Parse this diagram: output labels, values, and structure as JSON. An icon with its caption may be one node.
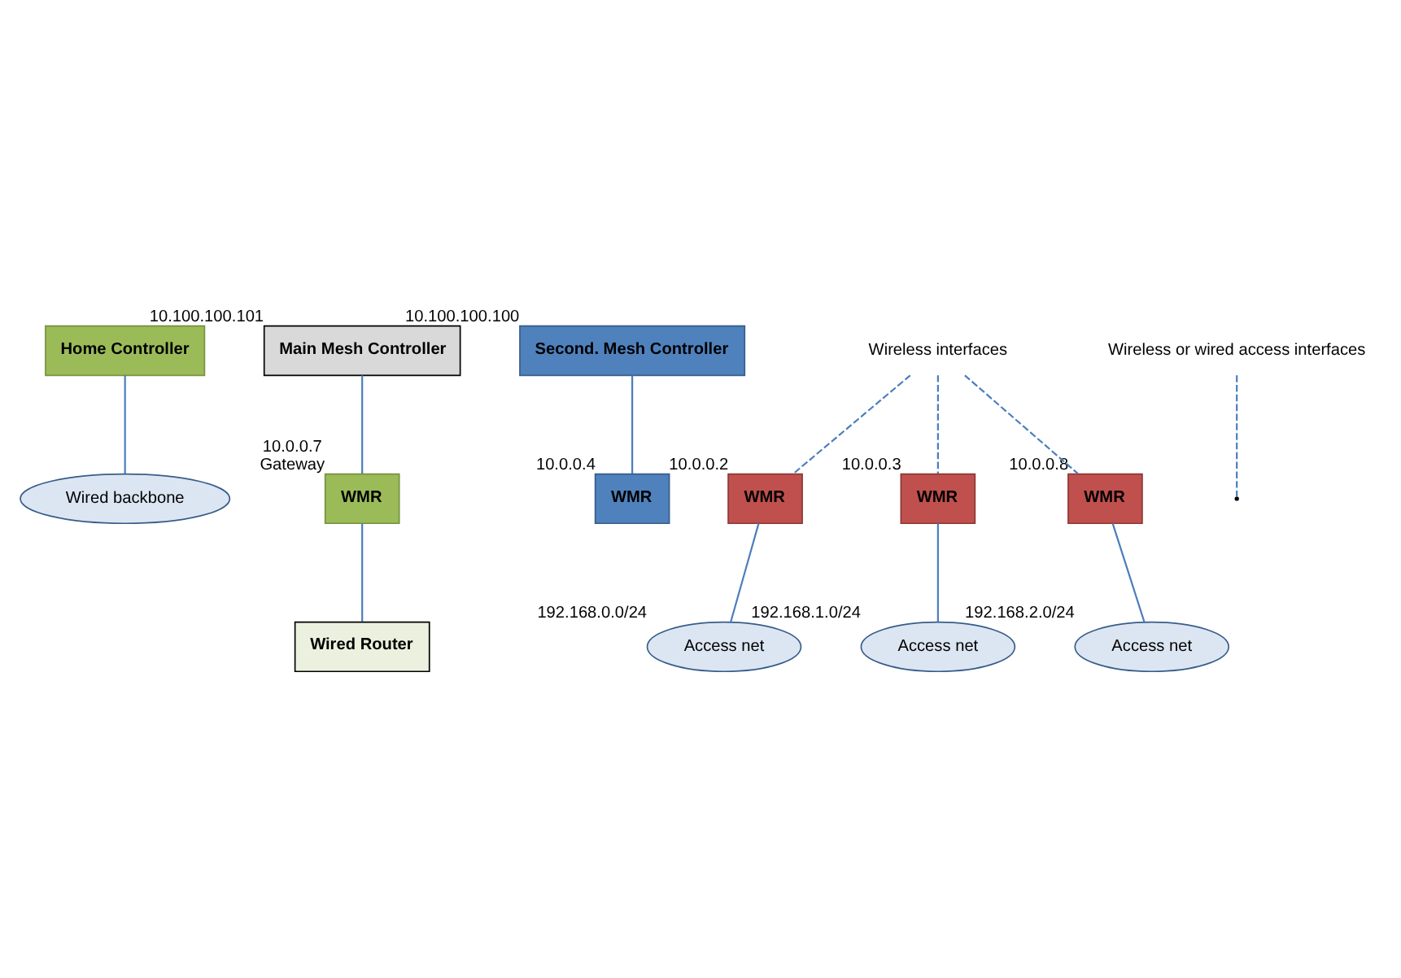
{
  "diagram": {
    "nodes": [
      {
        "text": [
          "Home Controller"
        ]
      },
      {
        "text": [
          "Wired backbone"
        ]
      },
      {
        "text": [
          "Main Mesh Controller"
        ],
        "beside": [
          "10.100.100.101"
        ]
      },
      {
        "text": [
          "Second. Mesh Controller"
        ],
        "beside": [
          "10.100.100.100"
        ]
      },
      {
        "text": [
          "WMR"
        ],
        "beside": [
          "10.0.0.7",
          "Gateway"
        ]
      },
      {
        "text": [
          "Wired Router"
        ]
      },
      {
        "text": [
          "WMR"
        ],
        "beside": [
          "10.0.0.4"
        ]
      },
      {
        "text": [
          "WMR"
        ],
        "beside": [
          "10.0.0.2"
        ]
      },
      {
        "text": [
          "WMR"
        ],
        "beside": [
          "10.0.0.3"
        ]
      },
      {
        "text": [
          "WMR"
        ],
        "beside": [
          "10.0.0.8"
        ]
      },
      {
        "text": [
          "Access net"
        ],
        "beside": [
          "192.168.0.0/24"
        ]
      },
      {
        "text": [
          "Access net"
        ],
        "beside": [
          "192.168.1.0/24"
        ]
      },
      {
        "text": [
          "Access net"
        ],
        "beside": [
          "192.168.2.0/24"
        ]
      },
      {
        "text": [
          "Wireless interfaces"
        ]
      },
      {
        "text": [
          "Wireless or wired access interfaces"
        ]
      }
    ],
    "edges": [
      {
        "from": 0,
        "to": 1,
        "arrow": "none"
      },
      {
        "from": 2,
        "to": 4,
        "arrow": "none"
      },
      {
        "from": 3,
        "to": 6,
        "arrow": "none"
      },
      {
        "from": 4,
        "to": 5,
        "arrow": "none"
      },
      {
        "from": 7,
        "to": 10,
        "arrow": "none"
      },
      {
        "from": 8,
        "to": 11,
        "arrow": "none"
      },
      {
        "from": 9,
        "to": 12,
        "arrow": "none"
      },
      {
        "from": 13,
        "to": 7,
        "arrow": "none",
        "style": "dashed"
      },
      {
        "from": 13,
        "to": 8,
        "arrow": "none",
        "style": "dashed"
      },
      {
        "from": 13,
        "to": 9,
        "arrow": "none",
        "style": "dashed"
      },
      {
        "from": 14,
        "to": null,
        "arrow": "none",
        "style": "dashed"
      }
    ]
  }
}
